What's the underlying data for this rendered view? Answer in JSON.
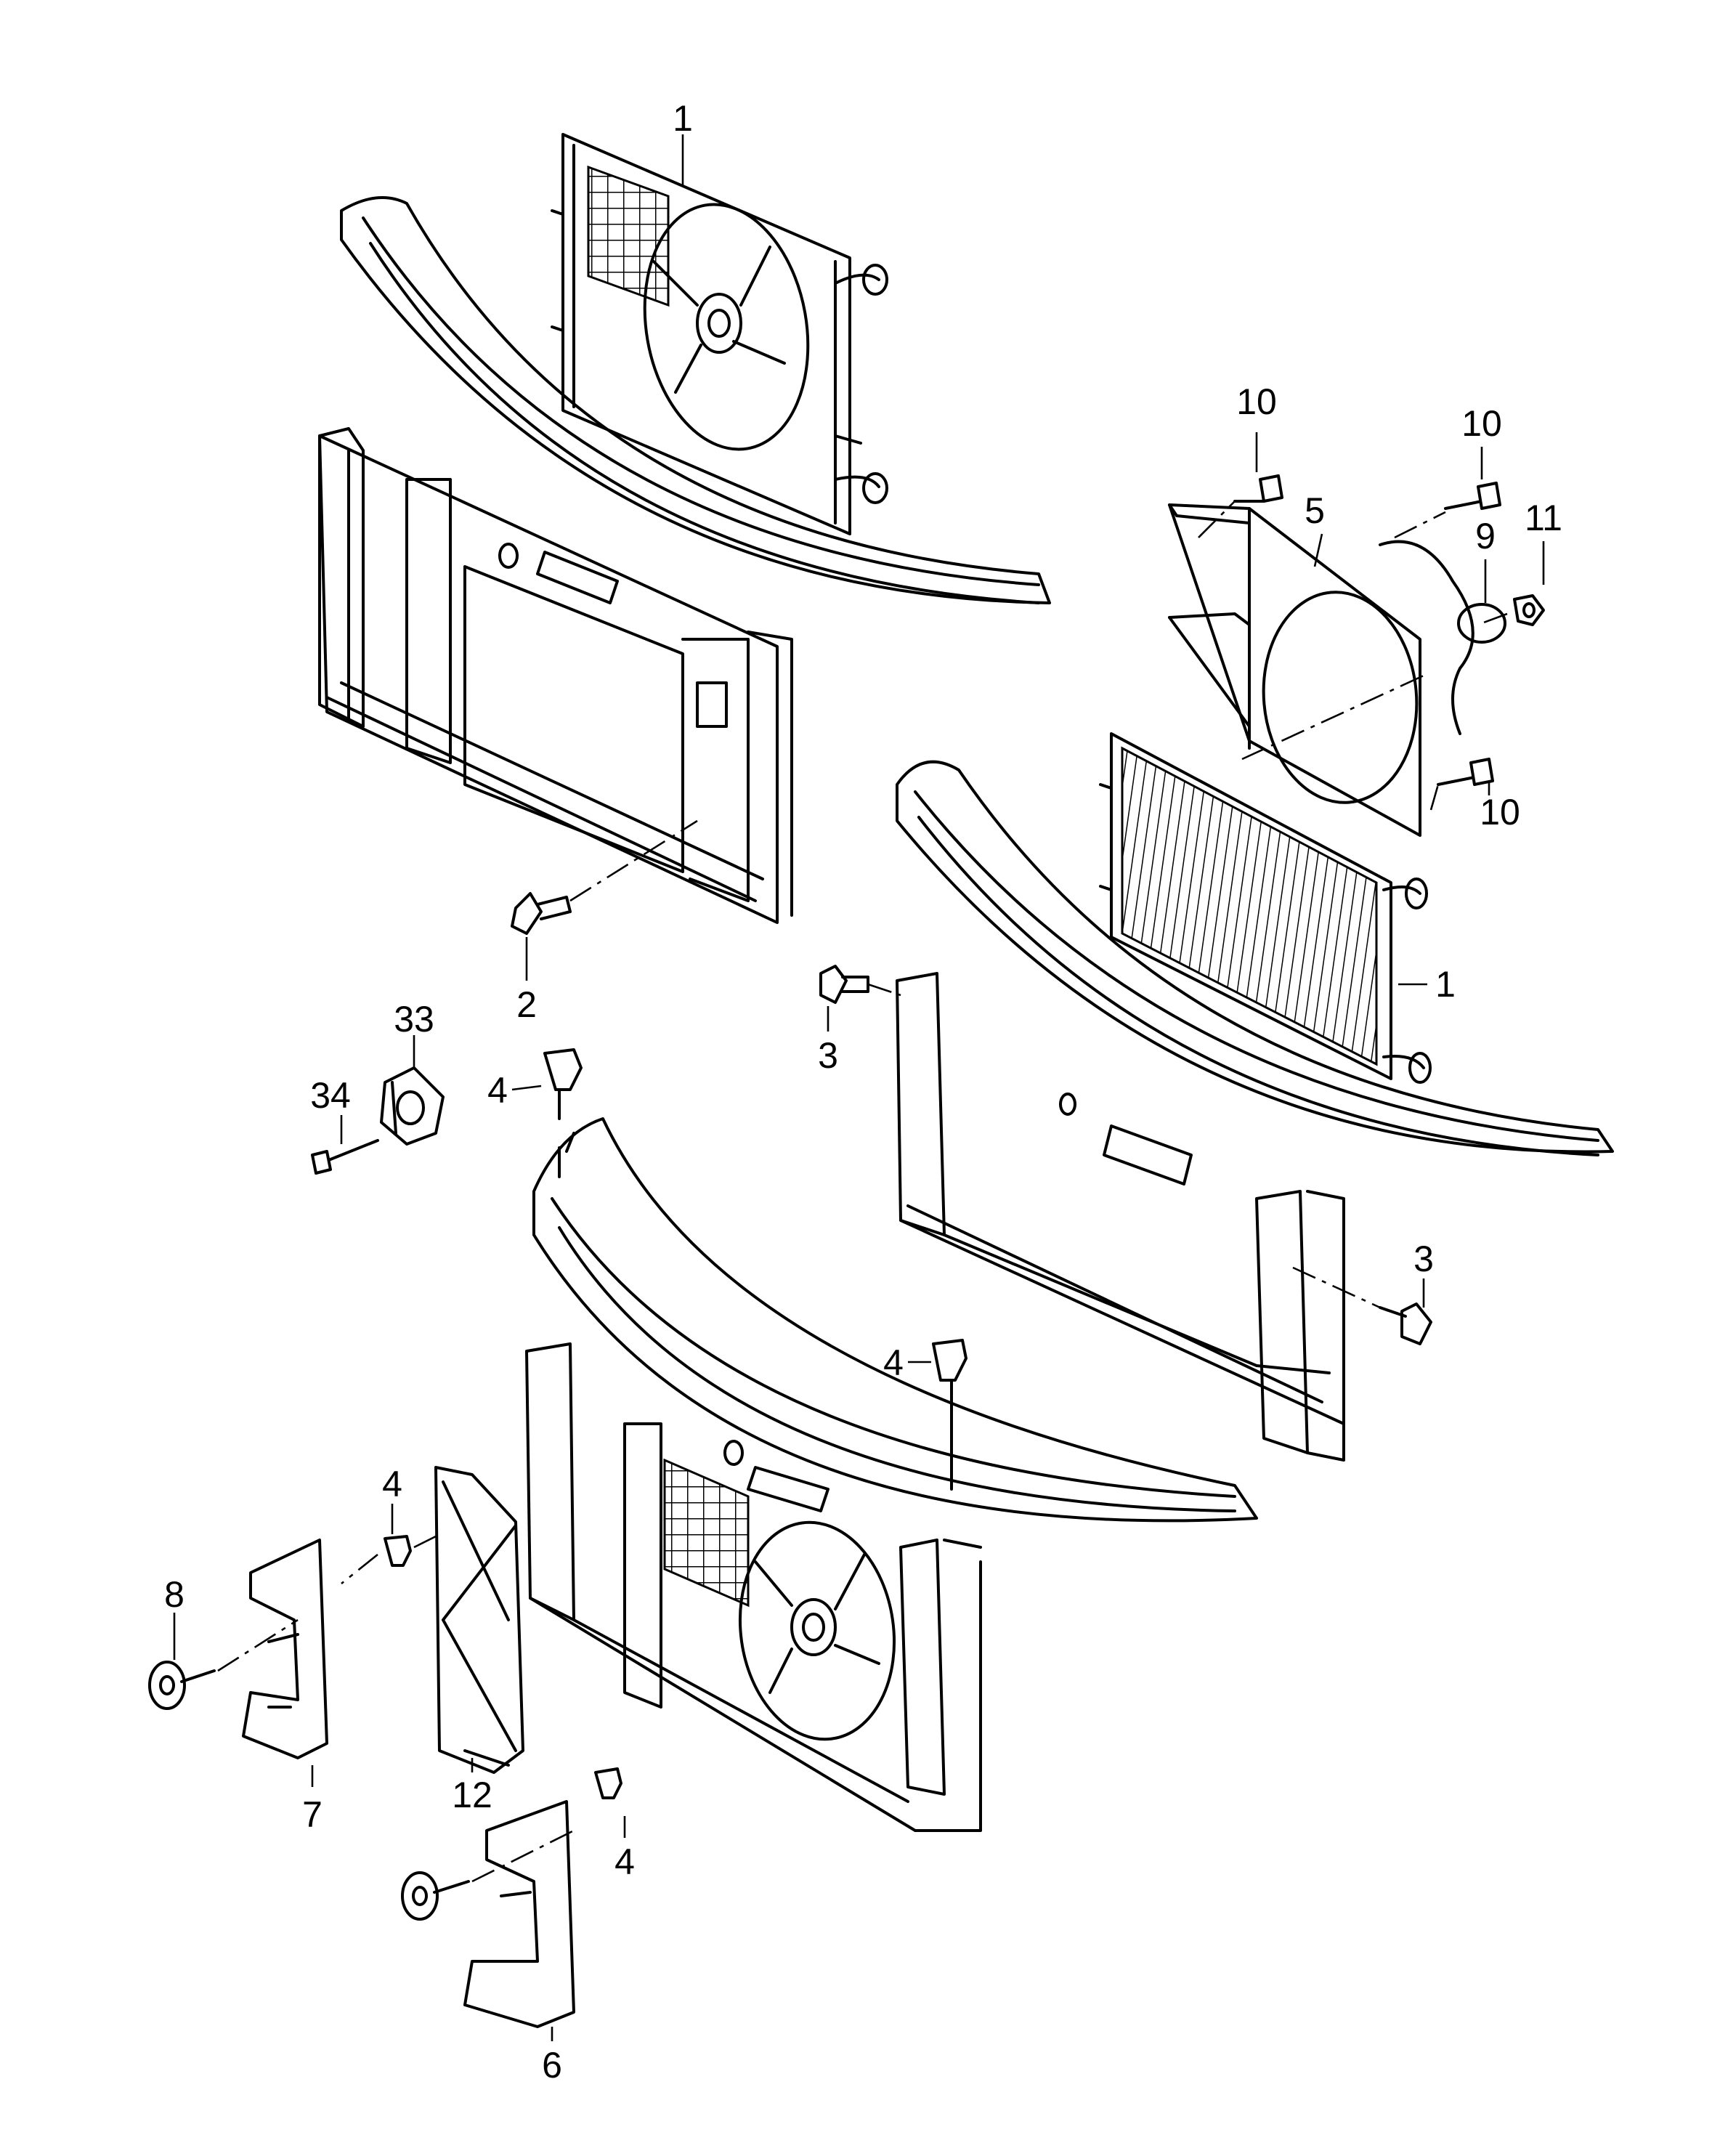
{
  "diagram": {
    "callouts": {
      "c1a": "1",
      "c1b": "1",
      "c2": "2",
      "c3a": "3",
      "c3b": "3",
      "c4a": "4",
      "c4b": "4",
      "c4c": "4",
      "c4d": "4",
      "c5": "5",
      "c6": "6",
      "c7": "7",
      "c8": "8",
      "c9": "9",
      "c10a": "10",
      "c10b": "10",
      "c10c": "10",
      "c11": "11",
      "c12": "12",
      "c33": "33",
      "c34": "34"
    }
  }
}
